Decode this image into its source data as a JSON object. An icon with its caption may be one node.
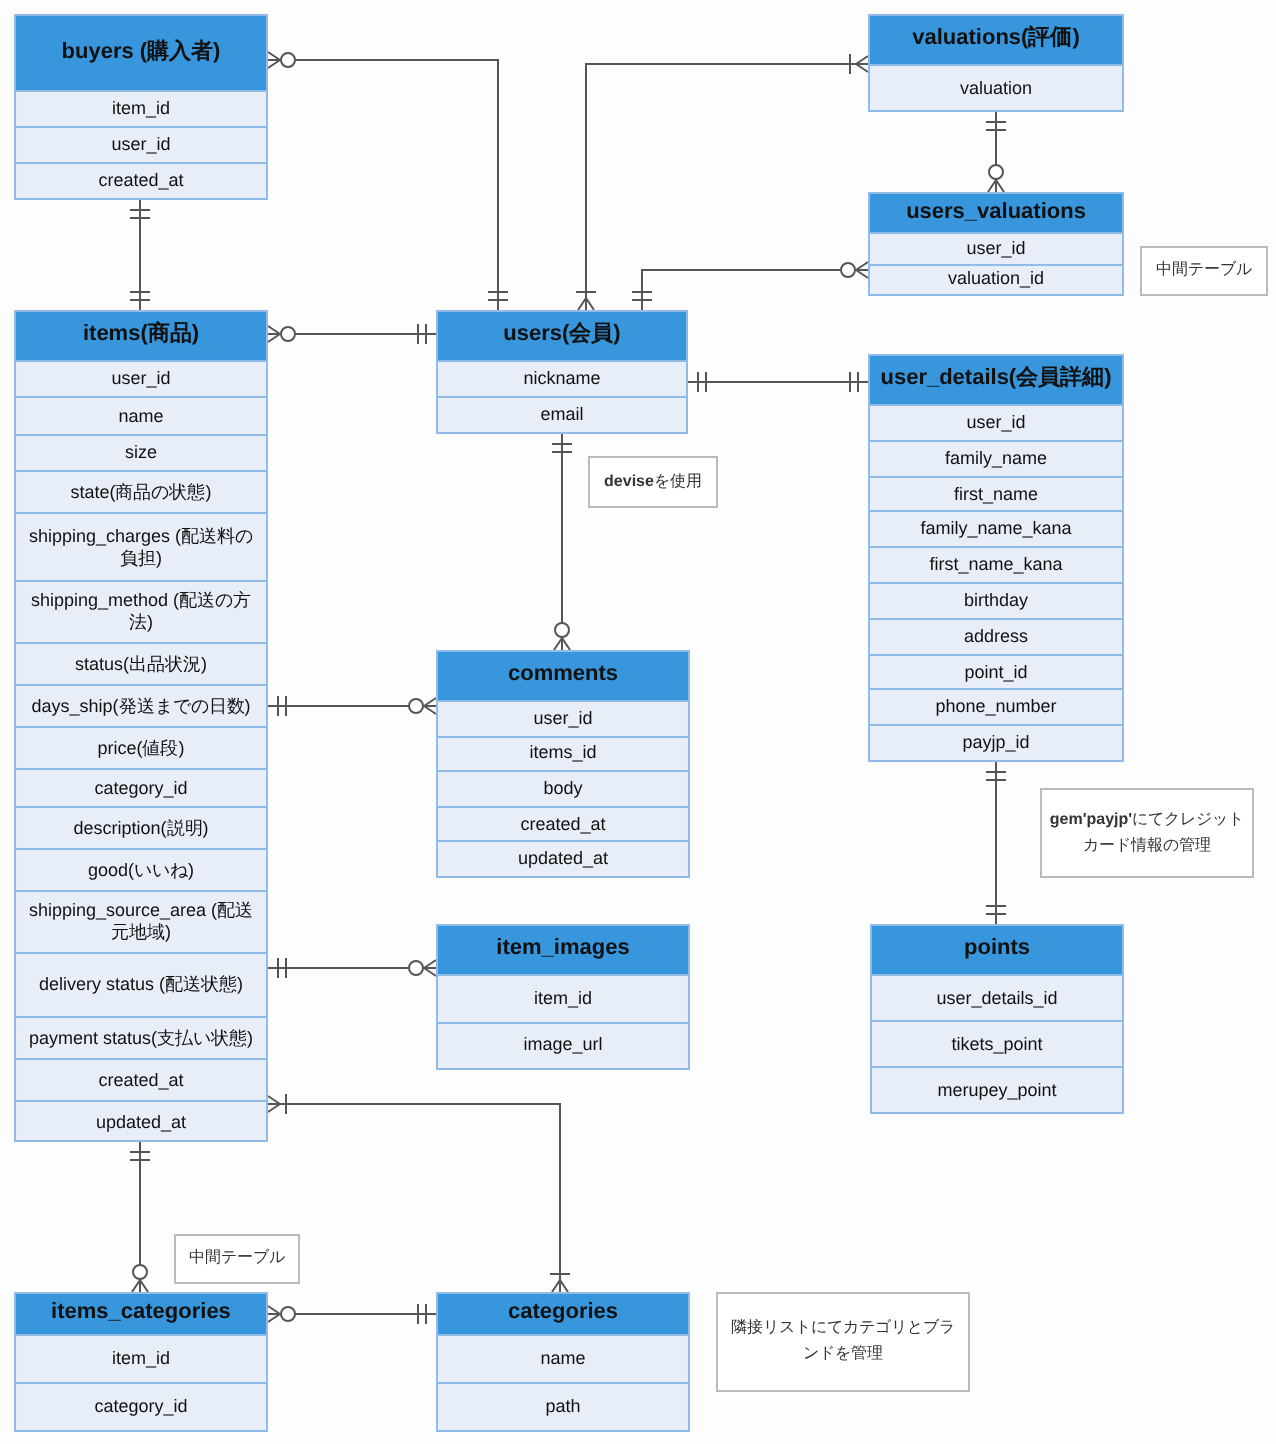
{
  "diagram": {
    "nodes": [
      {
        "text": [
          "buyers (購入者)",
          "item_id",
          "user_id",
          "created_at"
        ]
      },
      {
        "text": [
          "valuations(評価)",
          "valuation"
        ]
      },
      {
        "text": [
          "users_valuations",
          "user_id",
          "valuation_id"
        ]
      },
      {
        "text": [
          "中間テーブル"
        ]
      },
      {
        "text": [
          "items(商品)",
          "user_id",
          "name",
          "size",
          "state(商品の状態)",
          "shipping_charges (配送料の負担)",
          "shipping_method (配送の方法)",
          "status(出品状況)",
          "days_ship(発送までの日数)",
          "price(値段)",
          "category_id",
          "description(説明)",
          "good(いいね)",
          "shipping_source_area (配送元地域)",
          "delivery status (配送状態)",
          "payment status(支払い状態)",
          "created_at",
          "updated_at"
        ]
      },
      {
        "text": [
          "users(会員)",
          "nickname",
          "email"
        ]
      },
      {
        "text": [
          "user_details(会員詳細)",
          "user_id",
          "family_name",
          "first_name",
          "family_name_kana",
          "first_name_kana",
          "birthday",
          "address",
          "point_id",
          "phone_number",
          "payjp_id"
        ]
      },
      {
        "text": [
          "**devise**を使用"
        ]
      },
      {
        "text": [
          "comments",
          "user_id",
          "items_id",
          "body",
          "created_at",
          "updated_at"
        ]
      },
      {
        "text": [
          "**gem'payjp'**にてクレジットカード情報の管理"
        ]
      },
      {
        "text": [
          "item_images",
          "item_id",
          "image_url"
        ]
      },
      {
        "text": [
          "points",
          "user_details_id",
          "tikets_point",
          "merupey_point"
        ]
      },
      {
        "text": [
          "中間テーブル"
        ]
      },
      {
        "text": [
          "items_categories",
          "item_id",
          "category_id"
        ]
      },
      {
        "text": [
          "categories",
          "name",
          "path"
        ]
      },
      {
        "text": [
          "隣接リストにてカテゴリとブランドを管理"
        ]
      }
    ],
    "edges": [
      {
        "from": 0,
        "to": 5,
        "arrow": "other"
      },
      {
        "from": 0,
        "to": 4,
        "arrow": "other"
      },
      {
        "from": 4,
        "to": 5,
        "arrow": "other"
      },
      {
        "from": 5,
        "to": 1,
        "arrow": "other"
      },
      {
        "from": 1,
        "to": 2,
        "arrow": "other"
      },
      {
        "from": 5,
        "to": 2,
        "arrow": "other"
      },
      {
        "from": 5,
        "to": 6,
        "arrow": "other"
      },
      {
        "from": 5,
        "to": 8,
        "arrow": "other"
      },
      {
        "from": 4,
        "to": 8,
        "arrow": "other"
      },
      {
        "from": 4,
        "to": 10,
        "arrow": "other"
      },
      {
        "from": 6,
        "to": 11,
        "arrow": "other"
      },
      {
        "from": 4,
        "to": 14,
        "arrow": "other"
      },
      {
        "from": 4,
        "to": 13,
        "arrow": "other"
      },
      {
        "from": 13,
        "to": 14,
        "arrow": "other"
      }
    ]
  }
}
